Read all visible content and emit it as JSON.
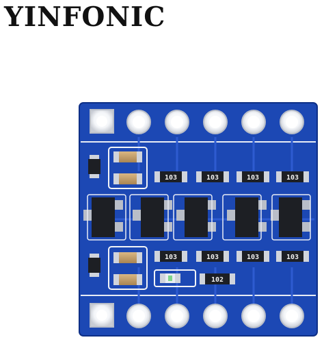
{
  "brand": {
    "text": "YINFONIC"
  },
  "board": {
    "colors": {
      "pcb": "#1c48b4",
      "pcb_dark": "#0e2f86",
      "pad": "#d9dde4",
      "silkscreen": "#f2f4f8",
      "chip": "#1d1f24",
      "resistor_text": "#f0f0f0"
    },
    "resistor_markings": {
      "top": [
        "103",
        "103",
        "103",
        "103"
      ],
      "bottom": [
        "103",
        "103",
        "103",
        "103"
      ],
      "led_resistor": "102"
    }
  }
}
